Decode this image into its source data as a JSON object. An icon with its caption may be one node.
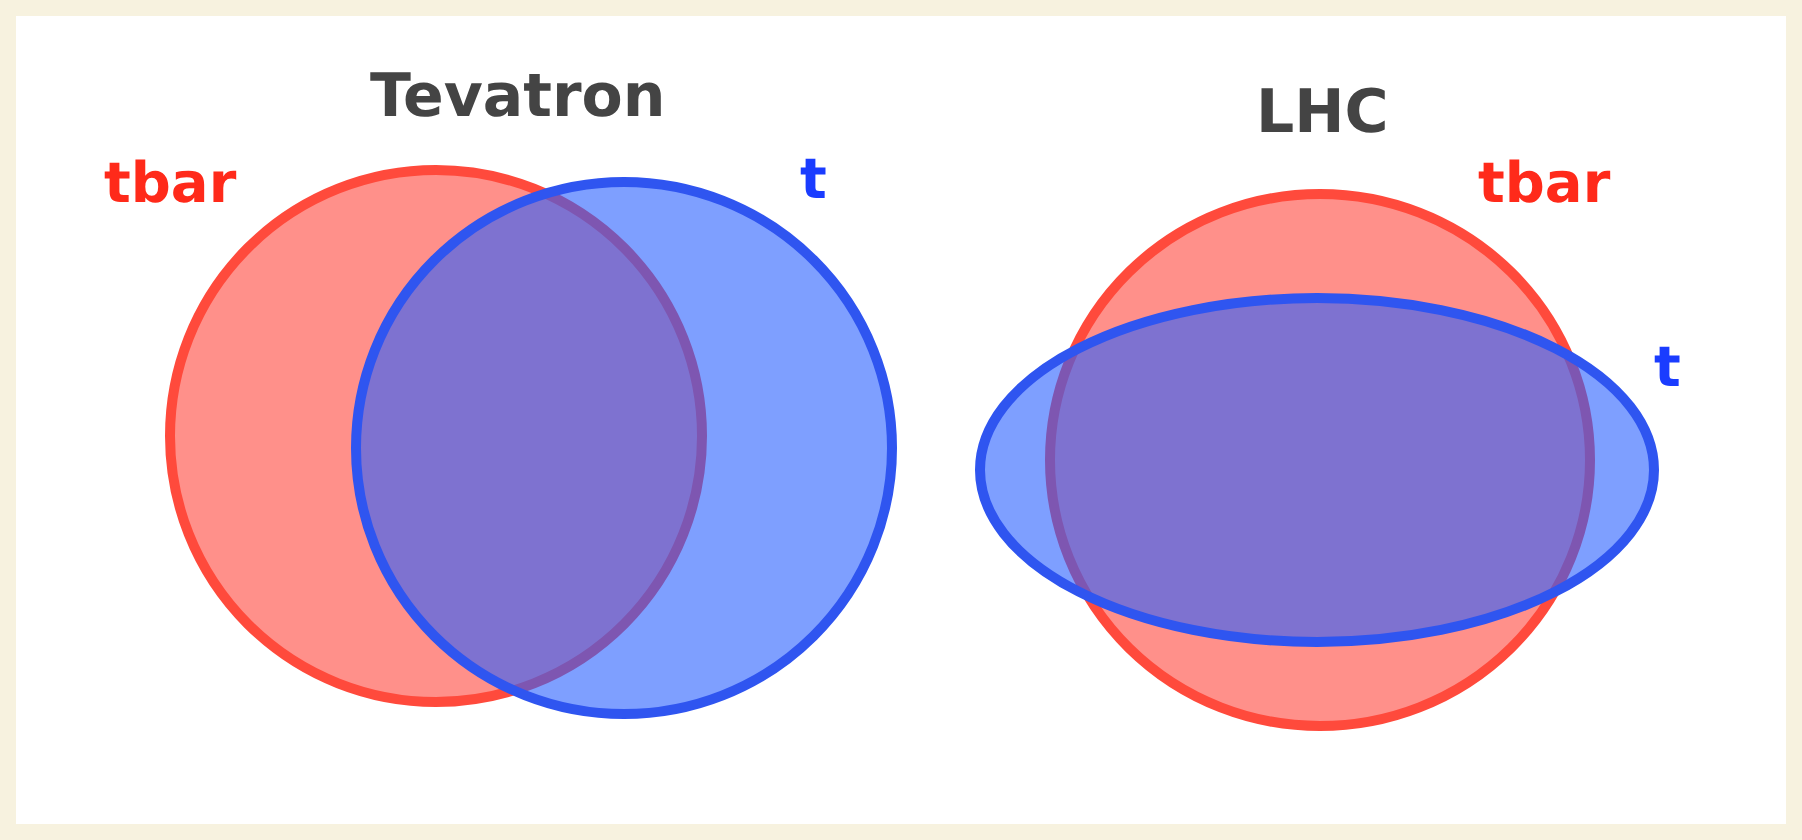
{
  "diagram": {
    "nodes": [
      {
        "text": [
          "tbar"
        ]
      },
      {
        "text": [
          "t"
        ]
      },
      {
        "text": [
          "tbar"
        ]
      },
      {
        "text": [
          "t"
        ]
      }
    ],
    "labels": [
      "Tevatron",
      "LHC"
    ]
  }
}
